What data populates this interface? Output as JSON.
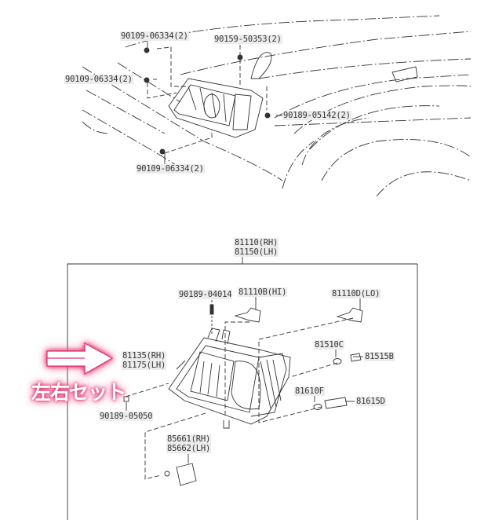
{
  "upper_diagram": {
    "labels": [
      "90109-06334(2)",
      "90159-50353(2)",
      "90109-06334(2)",
      "90189-05142(2)",
      "90109-06334(2)"
    ]
  },
  "lower_diagram": {
    "assembly": {
      "rh": "81110(RH)",
      "lh": "81150(LH)"
    },
    "bolt_top": "90189-04014",
    "bulb_hi": "81110B(HI)",
    "bulb_lo": "81110D(LO)",
    "bulb_81510c": "81510C",
    "socket_81515b": "81515B",
    "lens": {
      "rh": "81135(RH)",
      "lh": "81175(LH)"
    },
    "bulb_81610f": "81610F",
    "socket_81615d": "81615D",
    "bolt_left": "90189-05050",
    "actuator": {
      "rh": "85661(RH)",
      "lh": "85662(LH)"
    }
  },
  "promo": {
    "text": "左右セット",
    "arrow_color": "#e0306a"
  }
}
